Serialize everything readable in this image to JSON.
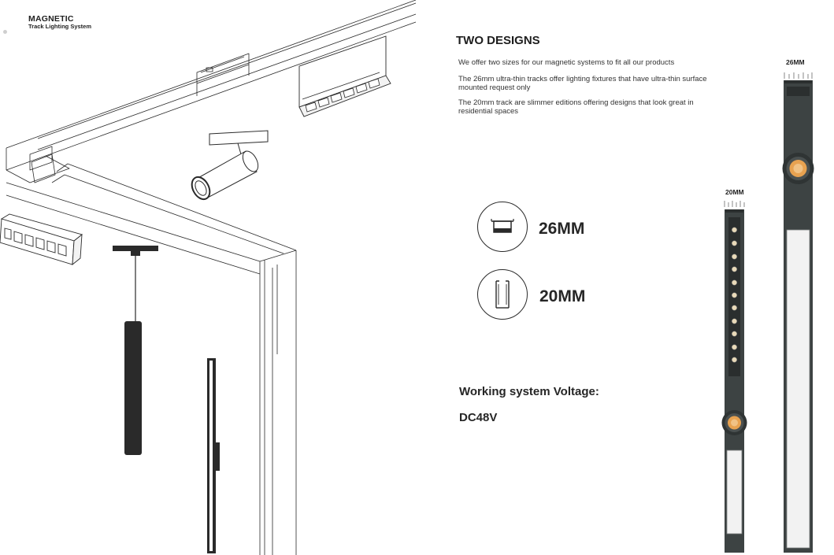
{
  "brand": {
    "title": "MAGNETIC",
    "subtitle": "Track Lighting System"
  },
  "section": {
    "title": "TWO DESIGNS",
    "paragraphs": [
      "We offer two sizes for our magnetic systems to fit all our products",
      "The 26mm ultra-thin tracks offer lighting fixtures that have ultra-thin surface mounted request only",
      "The 20mm track are slimmer editions offering designs that look great in residential spaces"
    ]
  },
  "sizes": [
    {
      "label": "26MM",
      "icon": "track-profile-26mm-icon"
    },
    {
      "label": "20MM",
      "icon": "track-profile-20mm-icon"
    }
  ],
  "voltage": {
    "title": "Working system Voltage:",
    "value": "DC48V"
  },
  "products": {
    "large_label": "26MM",
    "small_label": "20MM"
  },
  "colors": {
    "line": "#2a2a2a",
    "fixture_dark": "#3d4343",
    "lens_amber": "#e8a250",
    "diffuser": "#f2f2f2"
  }
}
